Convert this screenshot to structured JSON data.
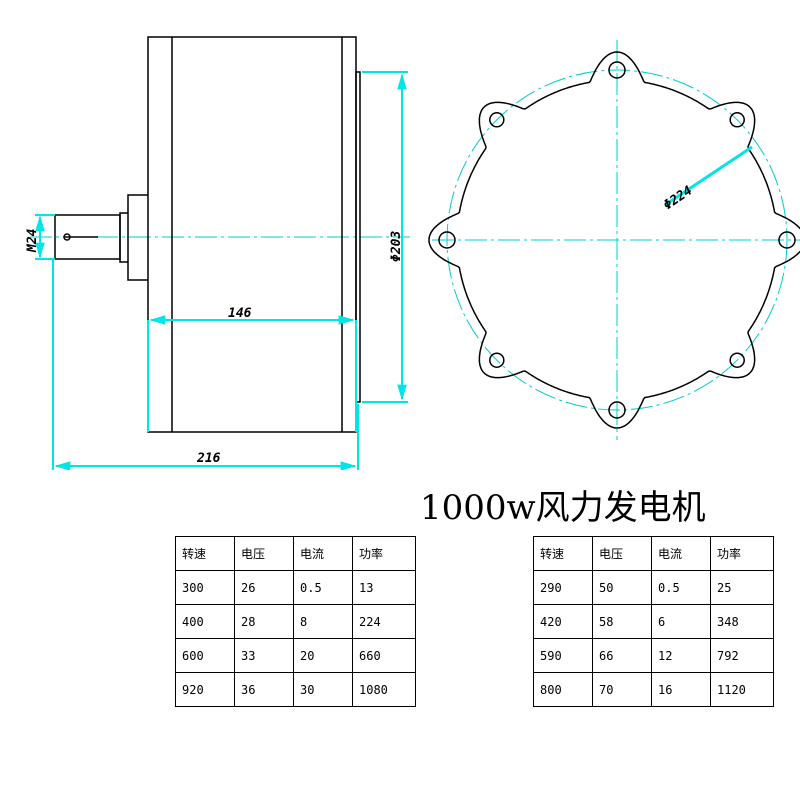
{
  "title": "1000w风力发电机",
  "dimensions": {
    "shaft": "M24",
    "body_diameter": "Φ203",
    "body_length": "146",
    "total_length": "216",
    "flange_diameter": "Φ224"
  },
  "colors": {
    "outline": "#000000",
    "dimension": "#00e5e5",
    "centerline": "#00cccc"
  },
  "tables": [
    {
      "headers": [
        "转速",
        "电压",
        "电流",
        "功率"
      ],
      "rows": [
        [
          "300",
          "26",
          "0.5",
          "13"
        ],
        [
          "400",
          "28",
          "8",
          "224"
        ],
        [
          "600",
          "33",
          "20",
          "660"
        ],
        [
          "920",
          "36",
          "30",
          "1080"
        ]
      ]
    },
    {
      "headers": [
        "转速",
        "电压",
        "电流",
        "功率"
      ],
      "rows": [
        [
          "290",
          "50",
          "0.5",
          "25"
        ],
        [
          "420",
          "58",
          "6",
          "348"
        ],
        [
          "590",
          "66",
          "12",
          "792"
        ],
        [
          "800",
          "70",
          "16",
          "1120"
        ]
      ]
    }
  ]
}
